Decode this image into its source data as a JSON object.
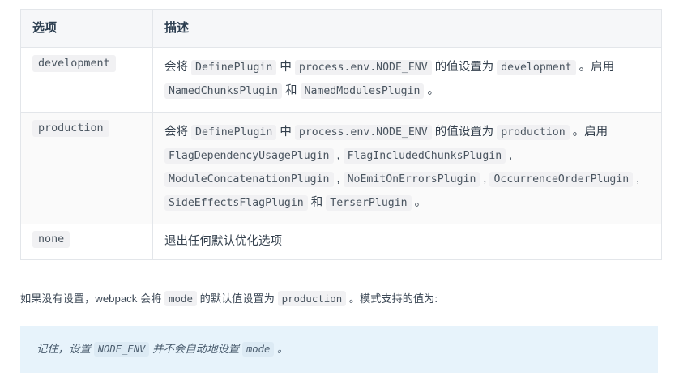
{
  "table": {
    "headers": [
      "选项",
      "描述"
    ],
    "rows": [
      {
        "option": "development",
        "striped": false,
        "description_parts": [
          {
            "t": "text",
            "v": "会将 "
          },
          {
            "t": "code",
            "v": "DefinePlugin"
          },
          {
            "t": "text",
            "v": " 中 "
          },
          {
            "t": "code",
            "v": "process.env.NODE_ENV"
          },
          {
            "t": "text",
            "v": " 的值设置为 "
          },
          {
            "t": "code",
            "v": "development"
          },
          {
            "t": "text",
            "v": " 。启用 "
          },
          {
            "t": "code",
            "v": "NamedChunksPlugin"
          },
          {
            "t": "text",
            "v": " 和 "
          },
          {
            "t": "code",
            "v": "NamedModulesPlugin"
          },
          {
            "t": "text",
            "v": " 。"
          }
        ]
      },
      {
        "option": "production",
        "striped": true,
        "description_parts": [
          {
            "t": "text",
            "v": "会将 "
          },
          {
            "t": "code",
            "v": "DefinePlugin"
          },
          {
            "t": "text",
            "v": " 中 "
          },
          {
            "t": "code",
            "v": "process.env.NODE_ENV"
          },
          {
            "t": "text",
            "v": " 的值设置为 "
          },
          {
            "t": "code",
            "v": "production"
          },
          {
            "t": "text",
            "v": " 。启用 "
          },
          {
            "t": "code",
            "v": "FlagDependencyUsagePlugin"
          },
          {
            "t": "text",
            "v": " , "
          },
          {
            "t": "code",
            "v": "FlagIncludedChunksPlugin"
          },
          {
            "t": "text",
            "v": " , "
          },
          {
            "t": "code",
            "v": "ModuleConcatenationPlugin"
          },
          {
            "t": "text",
            "v": " , "
          },
          {
            "t": "code",
            "v": "NoEmitOnErrorsPlugin"
          },
          {
            "t": "text",
            "v": " , "
          },
          {
            "t": "code",
            "v": "OccurrenceOrderPlugin"
          },
          {
            "t": "text",
            "v": " , "
          },
          {
            "t": "code",
            "v": "SideEffectsFlagPlugin"
          },
          {
            "t": "text",
            "v": " 和 "
          },
          {
            "t": "code",
            "v": "TerserPlugin"
          },
          {
            "t": "text",
            "v": " 。"
          }
        ]
      },
      {
        "option": "none",
        "striped": false,
        "description_parts": [
          {
            "t": "text",
            "v": "退出任何默认优化选项"
          }
        ]
      }
    ]
  },
  "paragraph": {
    "parts": [
      {
        "t": "text",
        "v": "如果没有设置，webpack 会将 "
      },
      {
        "t": "code",
        "v": "mode"
      },
      {
        "t": "text",
        "v": " 的默认值设置为 "
      },
      {
        "t": "code",
        "v": "production"
      },
      {
        "t": "text",
        "v": " 。模式支持的值为:"
      }
    ]
  },
  "callout": {
    "parts": [
      {
        "t": "text",
        "v": "记住，设置 "
      },
      {
        "t": "code",
        "v": "NODE_ENV"
      },
      {
        "t": "text",
        "v": " 并不会自动地设置 "
      },
      {
        "t": "code",
        "v": "mode"
      },
      {
        "t": "text",
        "v": " 。"
      }
    ]
  },
  "colors": {
    "table_border": "#e3e6ea",
    "header_bg": "#f6f7f9",
    "stripe_bg": "#fafafa",
    "code_bg": "#f1f1f3",
    "code_fg": "#4a5560",
    "callout_bg": "#e7f3fb",
    "callout_code_bg": "#dceaf4",
    "text": "#2c3e50"
  }
}
